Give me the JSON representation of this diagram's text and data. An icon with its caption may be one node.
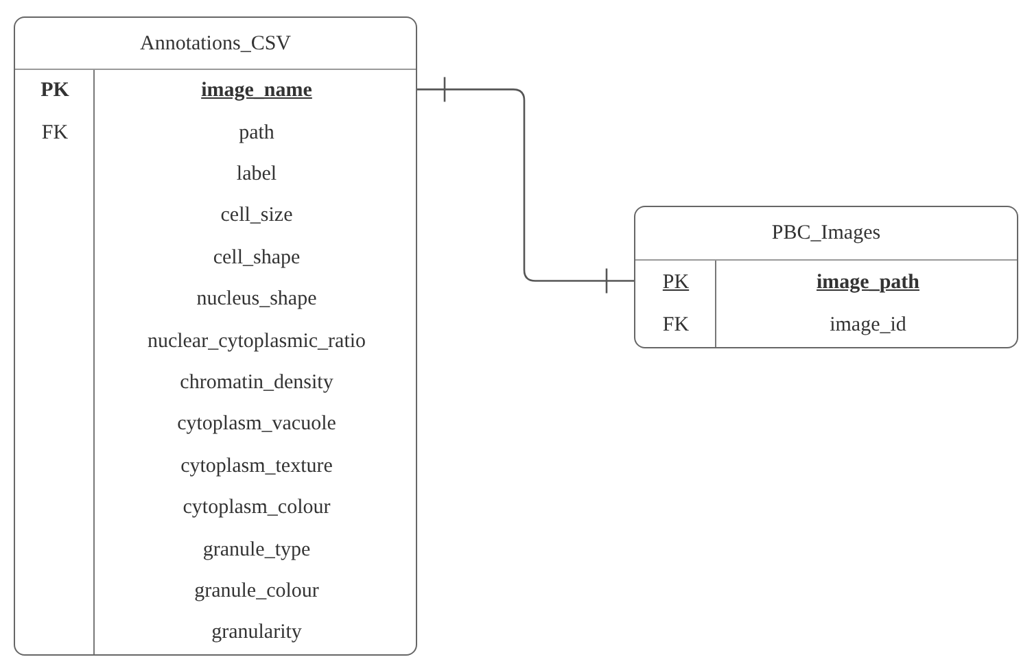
{
  "diagram": {
    "nodes": [
      {
        "text": [
          "Annotations_CSV"
        ]
      },
      {
        "text": [
          "PK",
          "image_name"
        ],
        "in": 0
      },
      {
        "text": [
          "FK",
          "path"
        ],
        "in": 0
      },
      {
        "text": [
          "label"
        ],
        "in": 0
      },
      {
        "text": [
          "cell_size"
        ],
        "in": 0
      },
      {
        "text": [
          "cell_shape"
        ],
        "in": 0
      },
      {
        "text": [
          "nucleus_shape"
        ],
        "in": 0
      },
      {
        "text": [
          "nuclear_cytoplasmic_ratio"
        ],
        "in": 0
      },
      {
        "text": [
          "chromatin_density"
        ],
        "in": 0
      },
      {
        "text": [
          "cytoplasm_vacuole"
        ],
        "in": 0
      },
      {
        "text": [
          "cytoplasm_texture"
        ],
        "in": 0
      },
      {
        "text": [
          "cytoplasm_colour"
        ],
        "in": 0
      },
      {
        "text": [
          "granule_type"
        ],
        "in": 0
      },
      {
        "text": [
          "granule_colour"
        ],
        "in": 0
      },
      {
        "text": [
          "granularity"
        ],
        "in": 0
      },
      {
        "text": [
          "PBC_Images"
        ]
      },
      {
        "text": [
          "PK",
          "image_path"
        ],
        "in": 15
      },
      {
        "text": [
          "FK",
          "image_id"
        ],
        "in": 15
      }
    ],
    "edges": [
      {
        "from": 1,
        "to": 16,
        "arrow": "other"
      }
    ]
  }
}
